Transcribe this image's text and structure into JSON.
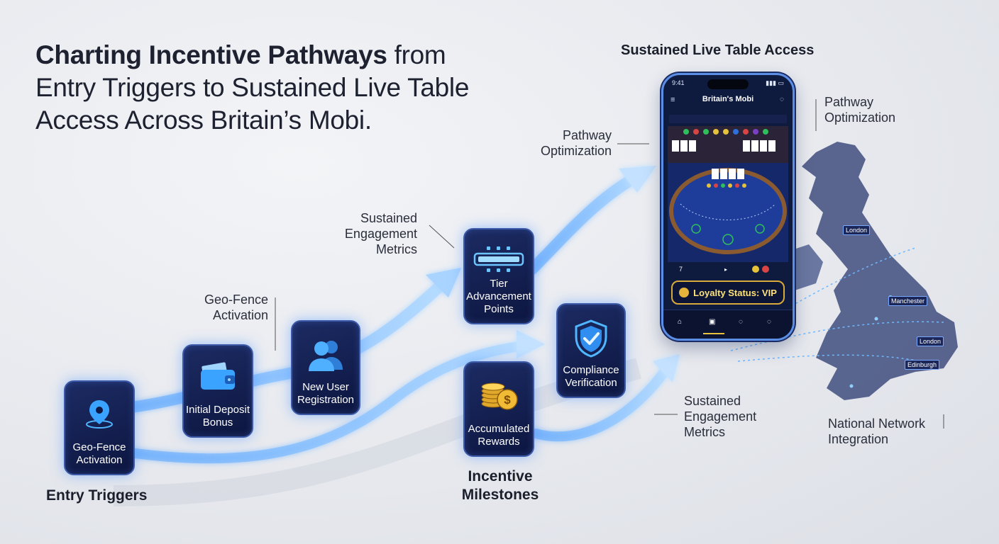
{
  "title": {
    "bold": "Charting Incentive Pathways",
    "rest_line1": " from",
    "line2": "Entry Triggers to Sustained Live Table",
    "line3": "Access Across Britain’s Mobi."
  },
  "phone_heading": "Sustained Live Table Access",
  "side_labels": {
    "pathway_opt_left_1": "Pathway",
    "pathway_opt_left_2": "Optimization",
    "pathway_opt_right_1": "Pathway",
    "pathway_opt_right_2": "Optimization",
    "sustained_left_1": "Sustained",
    "sustained_left_2": "Engagement",
    "sustained_left_3": "Metrics",
    "sustained_right_1": "Sustained",
    "sustained_right_2": "Engagement",
    "sustained_right_3": "Metrics",
    "geofence_1": "Geo-Fence",
    "geofence_2": "Activation",
    "national_1": "National Network",
    "national_2": "Integration"
  },
  "section_labels": {
    "entry": "Entry Triggers",
    "incentive_1": "Incentive",
    "incentive_2": "Milestones"
  },
  "nodes": {
    "geofence": {
      "line1": "Geo-Fence",
      "line2": "Activation",
      "icon": "location-pin-icon"
    },
    "deposit": {
      "line1": "Initial Deposit",
      "line2": "Bonus",
      "icon": "wallet-icon"
    },
    "registration": {
      "line1": "New User",
      "line2": "Registration",
      "icon": "users-icon"
    },
    "tier": {
      "line1": "Tier",
      "line2": "Advancement",
      "line3": "Points",
      "icon": "progress-bar-icon"
    },
    "compliance": {
      "line1": "Compliance",
      "line2": "Verification",
      "icon": "shield-check-icon"
    },
    "rewards": {
      "line1": "Accumulated",
      "line2": "Rewards",
      "icon": "coins-icon"
    }
  },
  "phone": {
    "time": "9:41",
    "app_title": "Britain's Mobi",
    "loyalty": "Loyalty Status: VIP"
  },
  "map_cities": [
    "London",
    "Manchester",
    "London",
    "Edinburgh"
  ],
  "colors": {
    "arrow": "#7ab8ff",
    "node_bg": "#14205a",
    "accent": "#3d8cff",
    "gold": "#d8a93b"
  }
}
